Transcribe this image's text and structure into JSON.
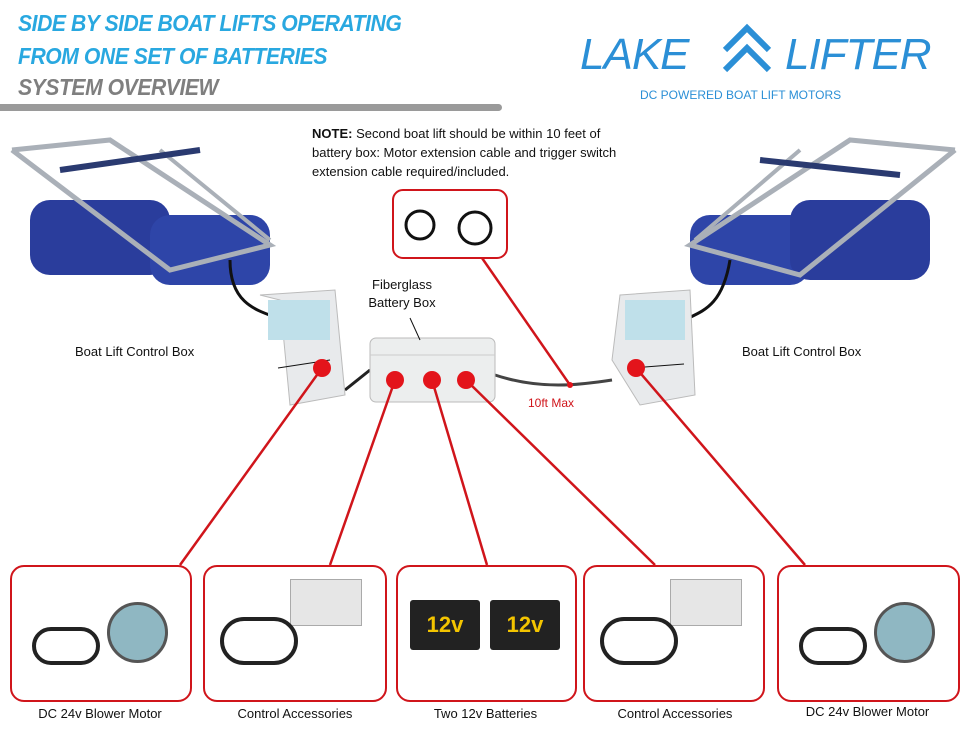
{
  "header": {
    "title_line1": "SIDE BY SIDE BOAT LIFTS OPERATING",
    "title_line2": "FROM ONE SET OF BATTERIES",
    "subtitle": "SYSTEM OVERVIEW"
  },
  "logo": {
    "word1": "LAKE",
    "word2": "LIFTER",
    "tagline": "DC POWERED BOAT LIFT MOTORS"
  },
  "note": {
    "label": "NOTE:",
    "text": "Second boat lift should be  within 10 feet of battery box: Motor extension cable and trigger switch extension cable required/included."
  },
  "labels": {
    "control_box_left": "Boat Lift Control Box",
    "control_box_right": "Boat Lift Control Box",
    "battery_box": "Fiberglass Battery Box",
    "distance": "10ft Max"
  },
  "components": [
    {
      "label": "DC 24v Blower Motor"
    },
    {
      "label": "Control Accessories"
    },
    {
      "label": "Two 12v Batteries",
      "battery_text": "12v"
    },
    {
      "label": "Control Accessories"
    },
    {
      "label": "DC 24v Blower Motor"
    }
  ],
  "colors": {
    "accent_blue": "#29a8e0",
    "logo_blue": "#2b8fd6",
    "red": "#d0151b",
    "gray": "#7f7f7f"
  }
}
